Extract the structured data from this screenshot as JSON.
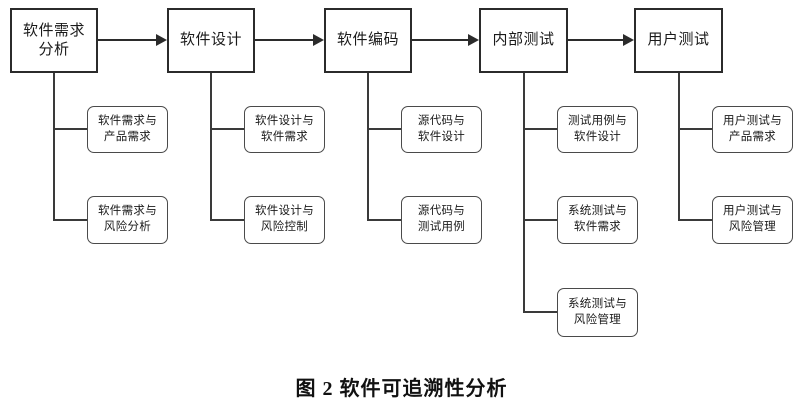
{
  "figure": {
    "caption": "图 2 软件可追溯性分析",
    "stages": [
      {
        "id": "requirements-analysis",
        "label": "软件需求\n分析",
        "label_line1": "软件需求",
        "label_line2": "分析",
        "traces": [
          {
            "id": "req-vs-product",
            "label_line1": "软件需求与",
            "label_line2": "产品需求"
          },
          {
            "id": "req-vs-risk",
            "label_line1": "软件需求与",
            "label_line2": "风险分析"
          }
        ]
      },
      {
        "id": "software-design",
        "label": "软件设计",
        "label_line1": "软件设计",
        "label_line2": "",
        "traces": [
          {
            "id": "design-vs-req",
            "label_line1": "软件设计与",
            "label_line2": "软件需求"
          },
          {
            "id": "design-vs-riskctrl",
            "label_line1": "软件设计与",
            "label_line2": "风险控制"
          }
        ]
      },
      {
        "id": "software-coding",
        "label": "软件编码",
        "label_line1": "软件编码",
        "label_line2": "",
        "traces": [
          {
            "id": "code-vs-design",
            "label_line1": "源代码与",
            "label_line2": "软件设计"
          },
          {
            "id": "code-vs-testcase",
            "label_line1": "源代码与",
            "label_line2": "测试用例"
          }
        ]
      },
      {
        "id": "internal-testing",
        "label": "内部测试",
        "label_line1": "内部测试",
        "label_line2": "",
        "traces": [
          {
            "id": "testcase-vs-design",
            "label_line1": "测试用例与",
            "label_line2": "软件设计"
          },
          {
            "id": "systest-vs-req",
            "label_line1": "系统测试与",
            "label_line2": "软件需求"
          },
          {
            "id": "systest-vs-risk",
            "label_line1": "系统测试与",
            "label_line2": "风险管理"
          }
        ]
      },
      {
        "id": "user-testing",
        "label": "用户测试",
        "label_line1": "用户测试",
        "label_line2": "",
        "traces": [
          {
            "id": "usertest-vs-product",
            "label_line1": "用户测试与",
            "label_line2": "产品需求"
          },
          {
            "id": "usertest-vs-risk",
            "label_line1": "用户测试与",
            "label_line2": "风险管理"
          }
        ]
      }
    ],
    "colors": {
      "stage_border": "#2b2b2b",
      "trace_border": "#4a4a4a",
      "connector": "#3a3a3a",
      "text": "#1a1a1a",
      "background": "#ffffff"
    }
  }
}
